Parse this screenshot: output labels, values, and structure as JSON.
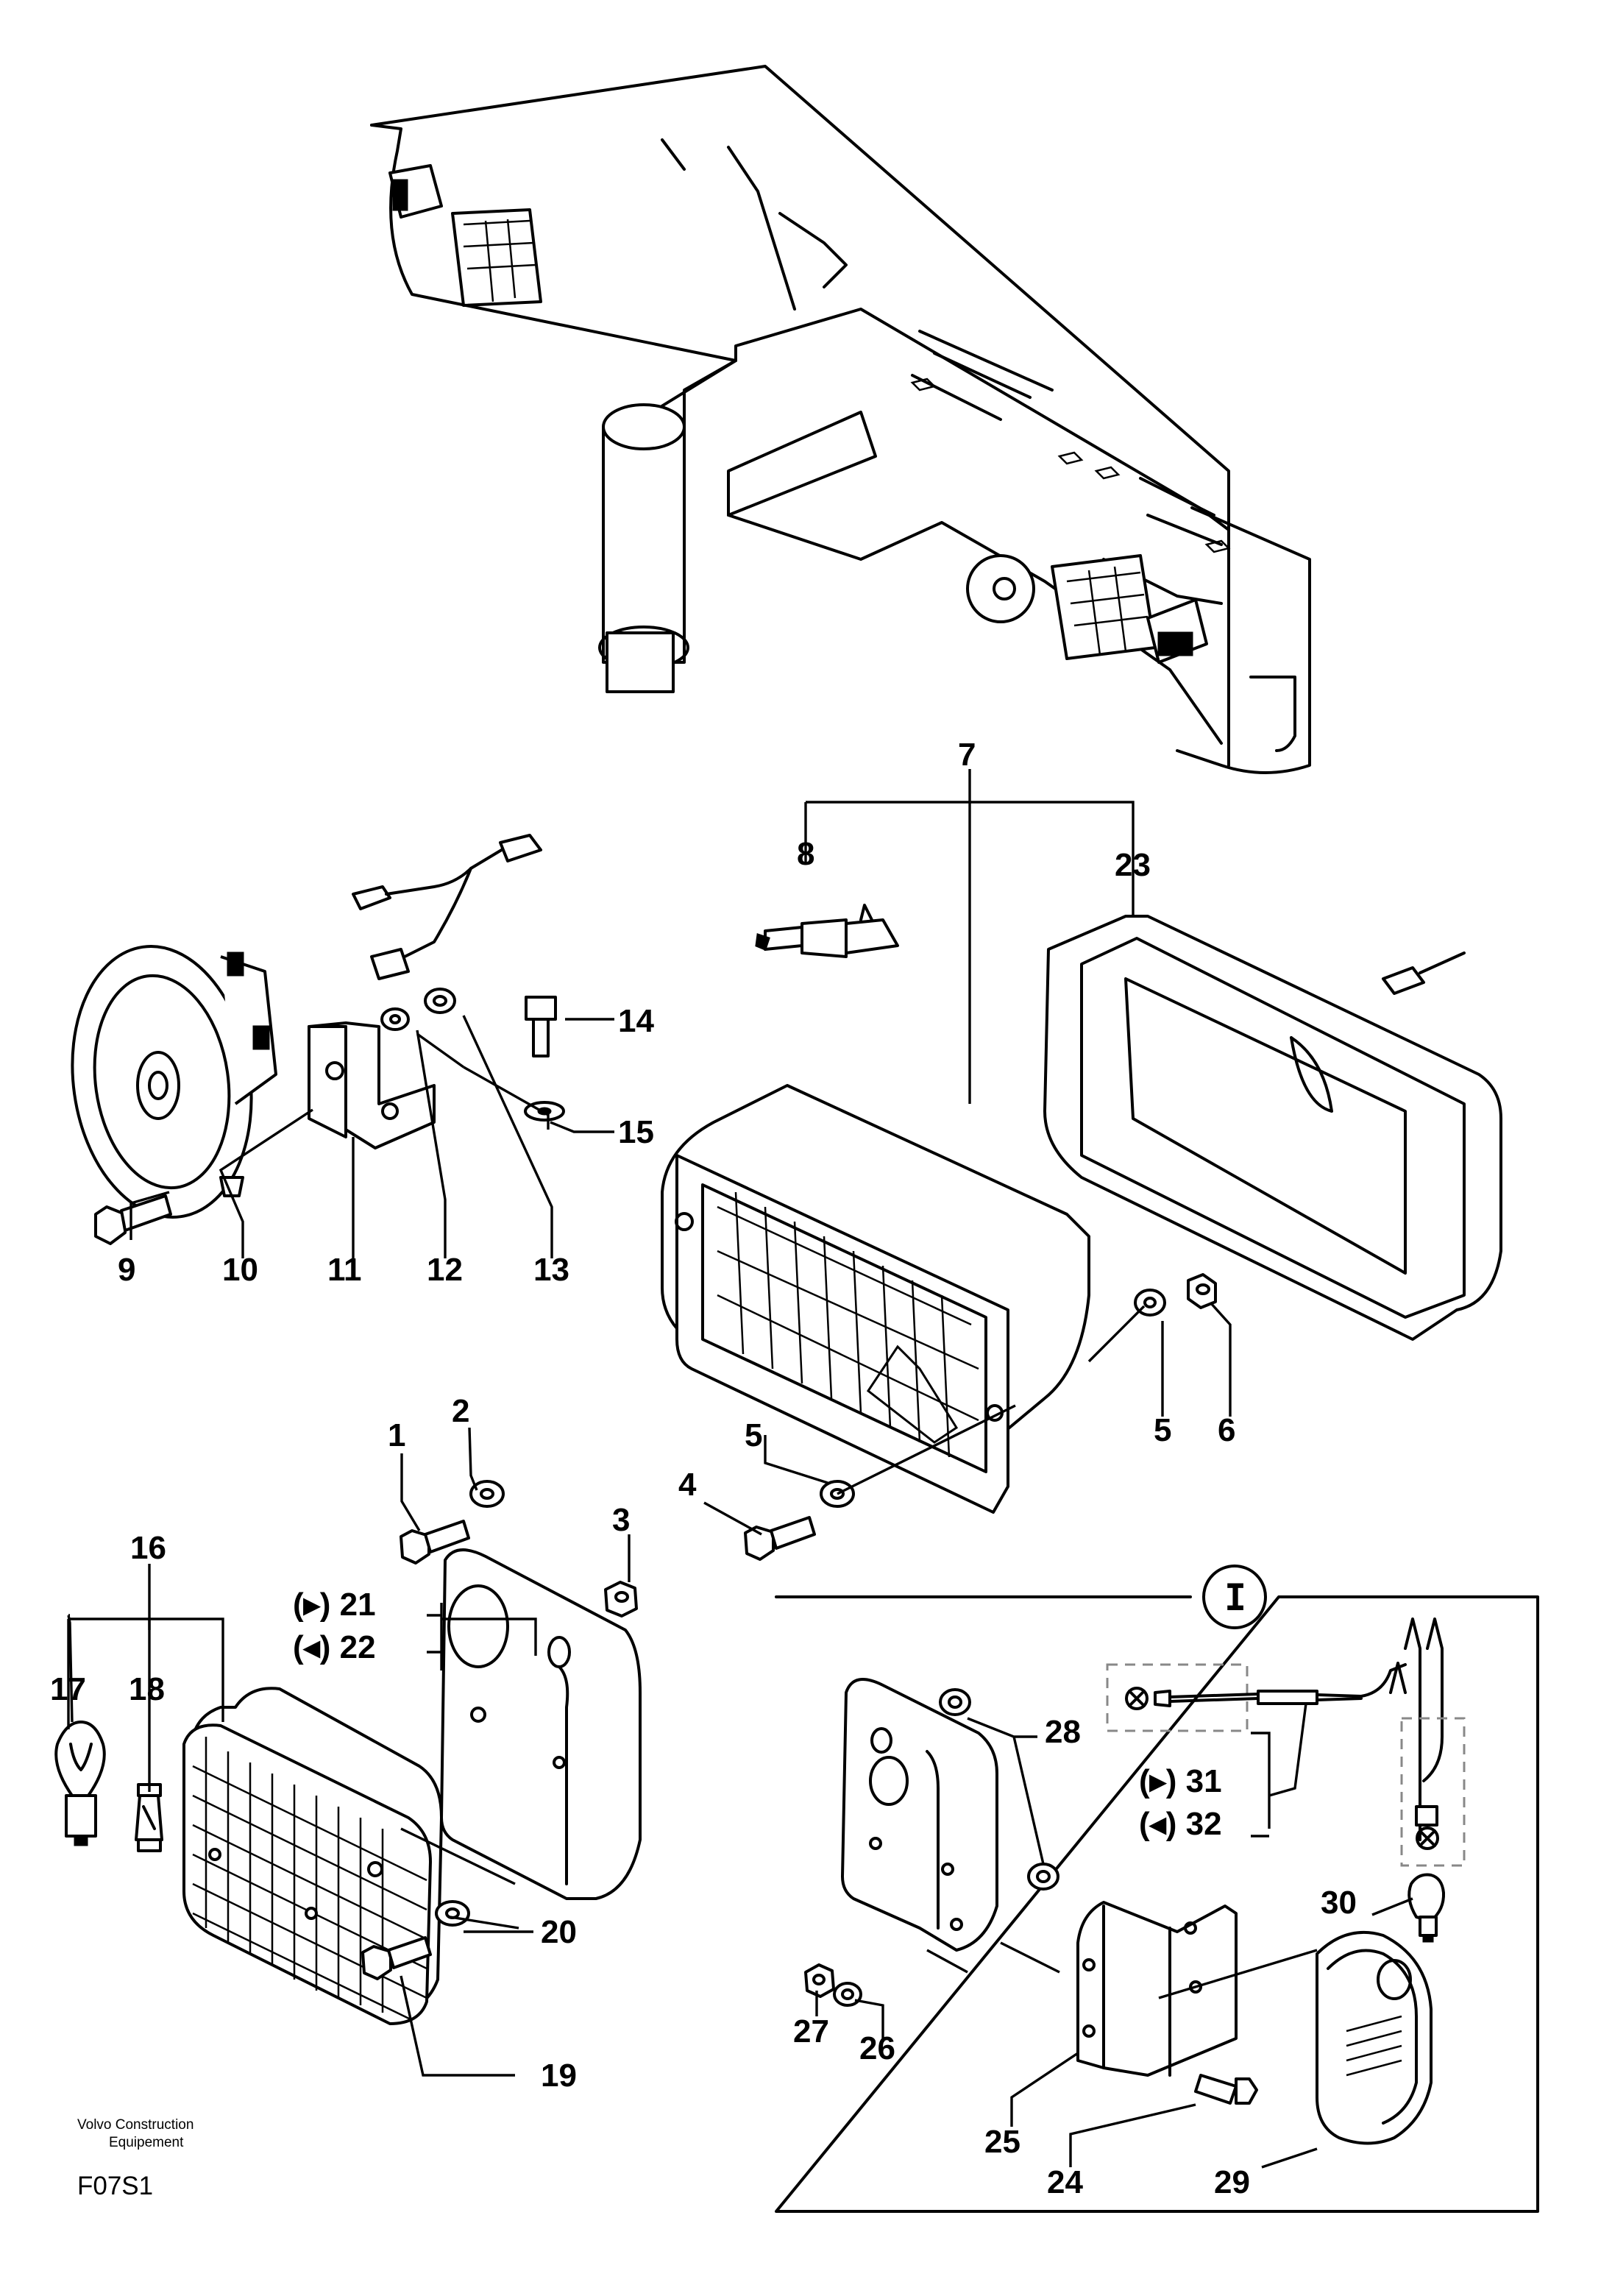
{
  "part_callouts": {
    "c1": "1",
    "c2": "2",
    "c3": "3",
    "c4": "4",
    "c5a": "5",
    "c5b": "5",
    "c6": "6",
    "c7": "7",
    "c8": "8",
    "c9": "9",
    "c10": "10",
    "c11": "11",
    "c12": "12",
    "c13": "13",
    "c14": "14",
    "c15": "15",
    "c16": "16",
    "c17": "17",
    "c18": "18",
    "c19": "19",
    "c20": "20",
    "c21": "(▸) 21",
    "c22": "(◂) 22",
    "c23": "23",
    "c24": "24",
    "c25": "25",
    "c26": "26",
    "c27": "27",
    "c28": "28",
    "c29": "29",
    "c30": "30",
    "c31": "(▸) 31",
    "c32": "(◂) 32"
  },
  "detail_badge": "I",
  "footer": {
    "brand_line1": "Volvo Construction",
    "brand_line2": "Equipement",
    "figure_code": "F07S1"
  },
  "colors": {
    "line": "#000000",
    "dashed_box": "#888888",
    "background": "#ffffff"
  }
}
